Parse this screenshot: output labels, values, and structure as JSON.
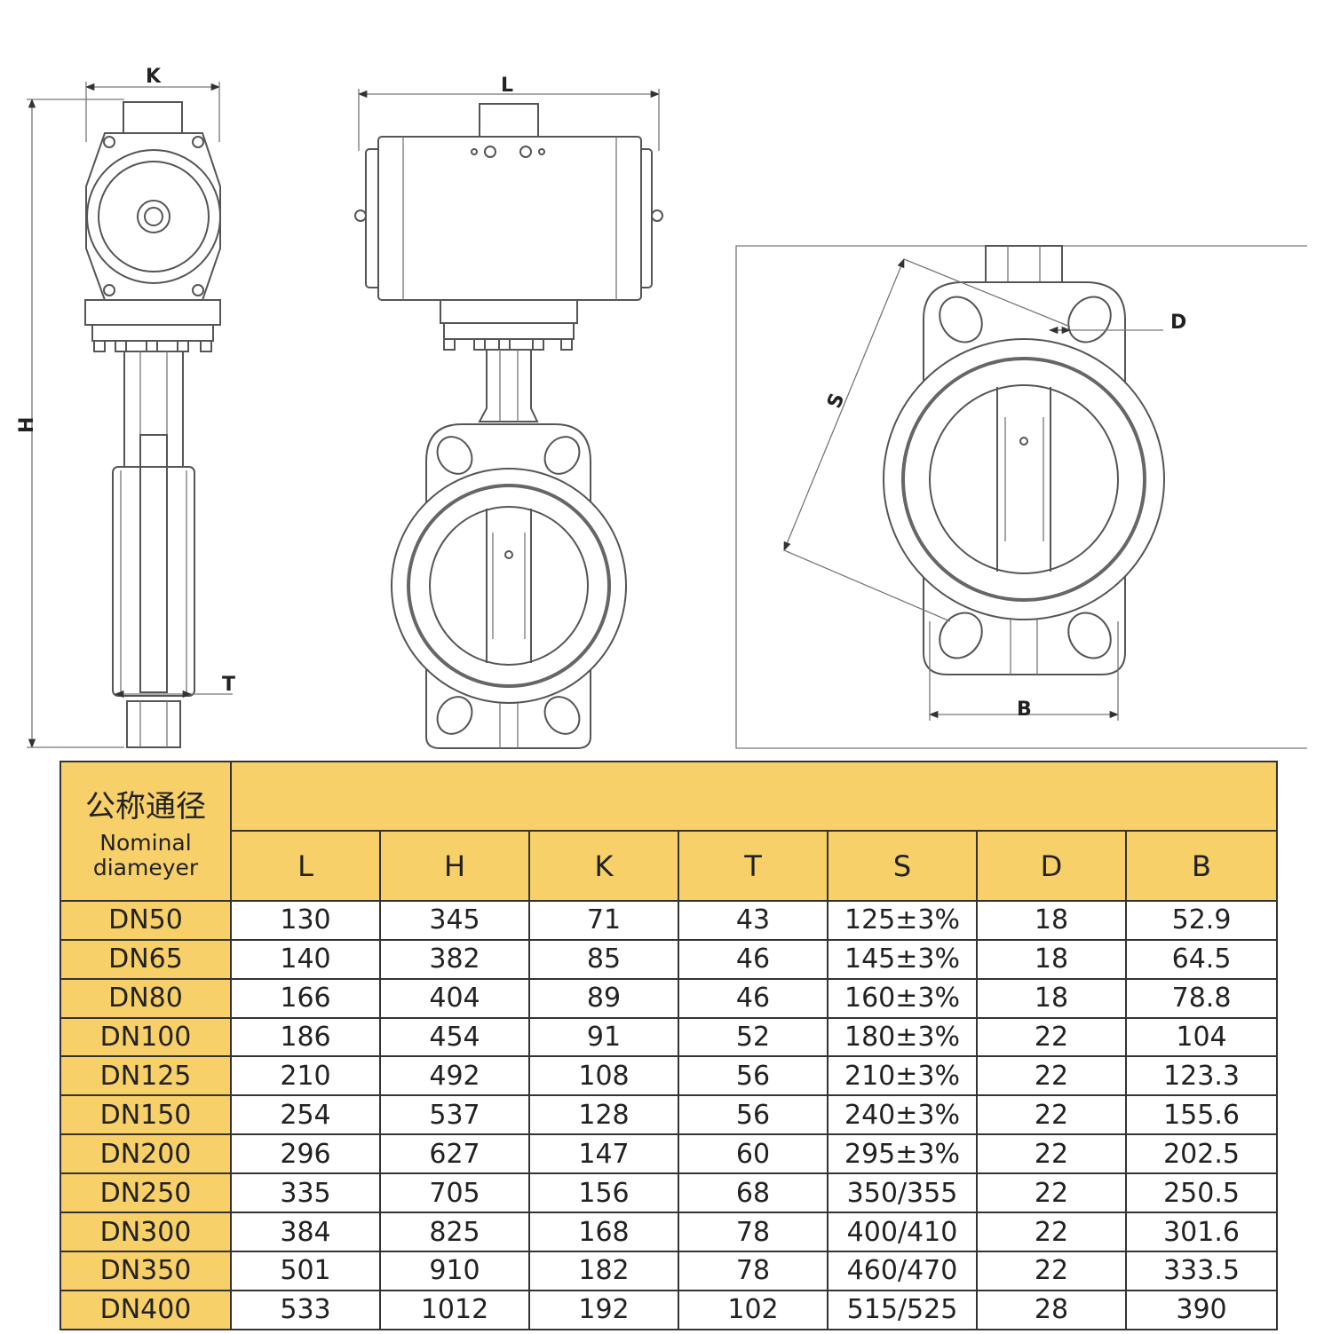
{
  "dimension_labels": {
    "K": "K",
    "L": "L",
    "H": "H",
    "T": "T",
    "S": "S",
    "D": "D",
    "B": "B"
  },
  "table": {
    "corner_cn": "公称通径",
    "corner_en": "Nominal diameyer",
    "columns": [
      "L",
      "H",
      "K",
      "T",
      "S",
      "D",
      "B"
    ],
    "rows": [
      {
        "dn": "DN50",
        "values": [
          "130",
          "345",
          "71",
          "43",
          "125±3%",
          "18",
          "52.9"
        ]
      },
      {
        "dn": "DN65",
        "values": [
          "140",
          "382",
          "85",
          "46",
          "145±3%",
          "18",
          "64.5"
        ]
      },
      {
        "dn": "DN80",
        "values": [
          "166",
          "404",
          "89",
          "46",
          "160±3%",
          "18",
          "78.8"
        ]
      },
      {
        "dn": "DN100",
        "values": [
          "186",
          "454",
          "91",
          "52",
          "180±3%",
          "22",
          "104"
        ]
      },
      {
        "dn": "DN125",
        "values": [
          "210",
          "492",
          "108",
          "56",
          "210±3%",
          "22",
          "123.3"
        ]
      },
      {
        "dn": "DN150",
        "values": [
          "254",
          "537",
          "128",
          "56",
          "240±3%",
          "22",
          "155.6"
        ]
      },
      {
        "dn": "DN200",
        "values": [
          "296",
          "627",
          "147",
          "60",
          "295±3%",
          "22",
          "202.5"
        ]
      },
      {
        "dn": "DN250",
        "values": [
          "335",
          "705",
          "156",
          "68",
          "350/355",
          "22",
          "250.5"
        ]
      },
      {
        "dn": "DN300",
        "values": [
          "384",
          "825",
          "168",
          "78",
          "400/410",
          "22",
          "301.6"
        ]
      },
      {
        "dn": "DN350",
        "values": [
          "501",
          "910",
          "182",
          "78",
          "460/470",
          "22",
          "333.5"
        ]
      },
      {
        "dn": "DN400",
        "values": [
          "533",
          "1012",
          "192",
          "102",
          "515/525",
          "28",
          "390"
        ]
      }
    ]
  }
}
